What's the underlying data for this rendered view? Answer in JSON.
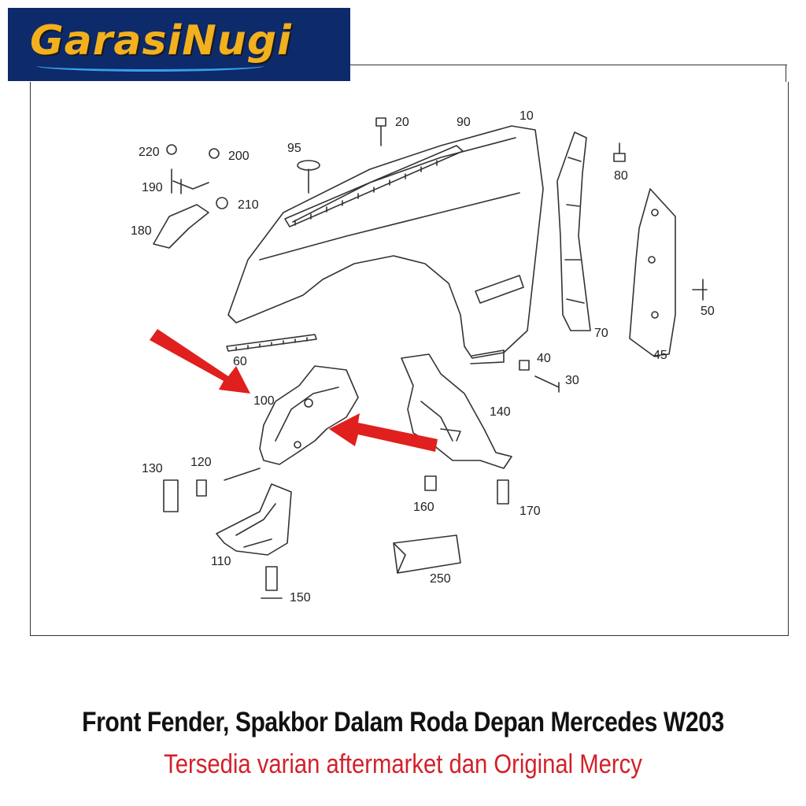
{
  "brand": {
    "logo_text": "GarasiNugi",
    "bg_color": "#0d2a6b",
    "text_color": "#f2b01e"
  },
  "diagram": {
    "part_numbers": [
      "10",
      "20",
      "90",
      "95",
      "220",
      "200",
      "190",
      "210",
      "180",
      "80",
      "50",
      "70",
      "45",
      "40",
      "30",
      "60",
      "100",
      "140",
      "130",
      "120",
      "160",
      "170",
      "110",
      "150",
      "250"
    ],
    "arrow_color": "#e0201e"
  },
  "caption": {
    "title": "Front Fender, Spakbor Dalam Roda Depan Mercedes W203",
    "subtitle": "Tersedia varian aftermarket dan Original Mercy",
    "subtitle_color": "#d3202a"
  }
}
